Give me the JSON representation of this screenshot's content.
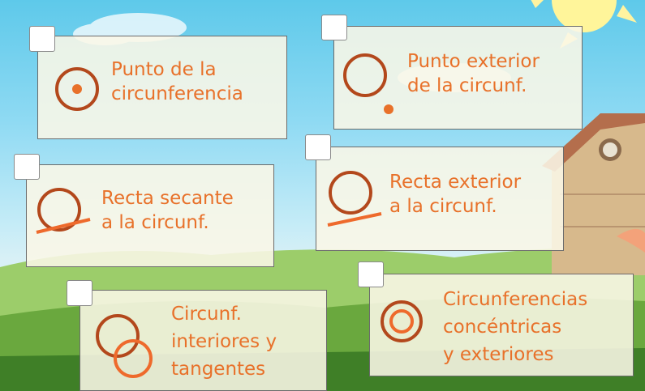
{
  "options": [
    {
      "label": "Punto de la\ncircunferencia",
      "icon": "point-inside-circle-icon"
    },
    {
      "label": "Punto exterior\nde la circunf.",
      "icon": "point-outside-circle-icon"
    },
    {
      "label": "Recta secante\na la circunf.",
      "icon": "secant-line-circle-icon"
    },
    {
      "label": "Recta exterior\na la circunf.",
      "icon": "exterior-line-circle-icon"
    },
    {
      "label": "Circunf.\ninteriores y\ntangentes",
      "icon": "intersecting-circles-icon"
    },
    {
      "label": "Circunferencias\nconcéntricas\ny exteriores",
      "icon": "concentric-circles-icon"
    }
  ],
  "colors": {
    "label": "#e8712a",
    "dark_stroke": "#b3481c",
    "light_stroke": "#ee6a2c",
    "card_bg": "#faf7e7"
  }
}
